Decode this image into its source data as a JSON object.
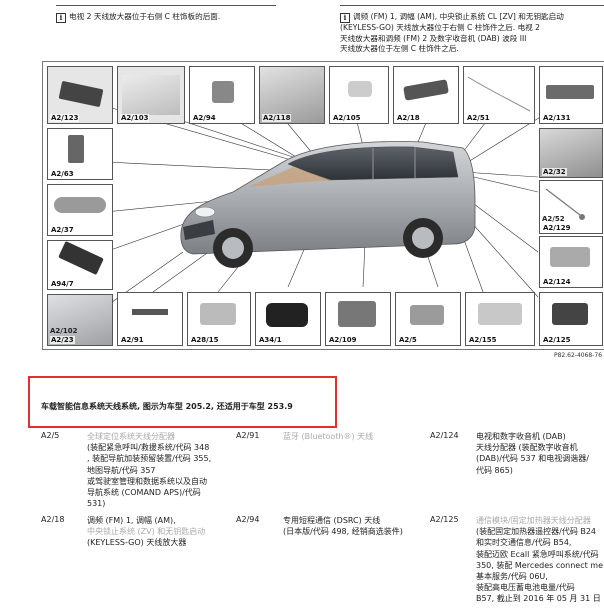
{
  "notes": [
    {
      "icon": "i",
      "lines": [
        "电视 2 天线放大器位于右侧 C 柱饰板的后面."
      ]
    },
    {
      "icon": "i",
      "lines": [
        "调频 (FM) 1, 调幅 (AM), 中央锁止系统 CL [ZV] 和无钥匙启动",
        "(KEYLESS-GO) 天线放大器位于右侧 C 柱饰件之后. 电视 2",
        "天线放大器和调频 (FM) 2 及数字收音机 (DAB) 波段 III",
        "天线放大器位于左侧 C 柱饰件之后."
      ]
    }
  ],
  "figure": {
    "code": "P82.62-4068-76",
    "thumbs_left": [
      "A2/123",
      "A2/63",
      "A2/37",
      "A94/7",
      "A2/102",
      "A2/23"
    ],
    "thumbs_top": [
      "A2/103",
      "A2/94",
      "A2/118",
      "A2/105",
      "A2/18",
      "A2/51",
      "A2/131"
    ],
    "thumbs_right": [
      "A2/32",
      "A2/52",
      "A2/129",
      "A2/124",
      "A2/125"
    ],
    "thumbs_bottom": [
      "A2/91",
      "A28/15",
      "A34/1",
      "A2/109",
      "A2/5",
      "A2/155"
    ]
  },
  "caption": "车载智能信息系统天线系统, 图示为车型 205.2, 还适用于车型 253.9",
  "entries": [
    {
      "code": "A2/5",
      "lines": [
        "全球定位系统天线分配器",
        "(装配紧急呼叫/救援系统/代码 348",
        ", 装配导航加装预留装置/代码 355,",
        "地图导航/代码 357",
        "或驾驶室管理和数据系统以及自动",
        "导航系统 (COMAND APS)/代码",
        "531)"
      ]
    },
    {
      "code": "A2/91",
      "lines": [
        "蓝牙 (Bluetooth®) 天线"
      ]
    },
    {
      "code": "A2/124",
      "lines": [
        "电视和数字收音机 (DAB)",
        "天线分配器 (装配数字收音机",
        "(DAB)/代码 537 和电视调谐器/",
        "代码 865)"
      ]
    },
    {
      "code": "A2/18",
      "lines": [
        "调频 (FM) 1, 调幅 (AM),",
        "中央锁止系统 (ZV) 和无钥匙启动",
        "(KEYLESS-GO) 天线放大器"
      ]
    },
    {
      "code": "A2/94",
      "lines": [
        "专用短程通信 (DSRC) 天线",
        "(日本版/代码 498, 经销商选装件)"
      ]
    },
    {
      "code": "A2/125",
      "lines": [
        "通信模块/固定加热器天线分配器",
        "(装配固定加热器遥控器/代码 B24",
        "和实时交通信息/代码 B54,",
        "装配迈欧 Ecall 紧急呼叫系统/代码",
        "350, 装配 Mercedes connect me",
        "基本服务/代码 06U,",
        "装配高电压蓄电池电量/代码",
        "B57, 截止到 2016 年 05 月 31 日"
      ]
    }
  ]
}
